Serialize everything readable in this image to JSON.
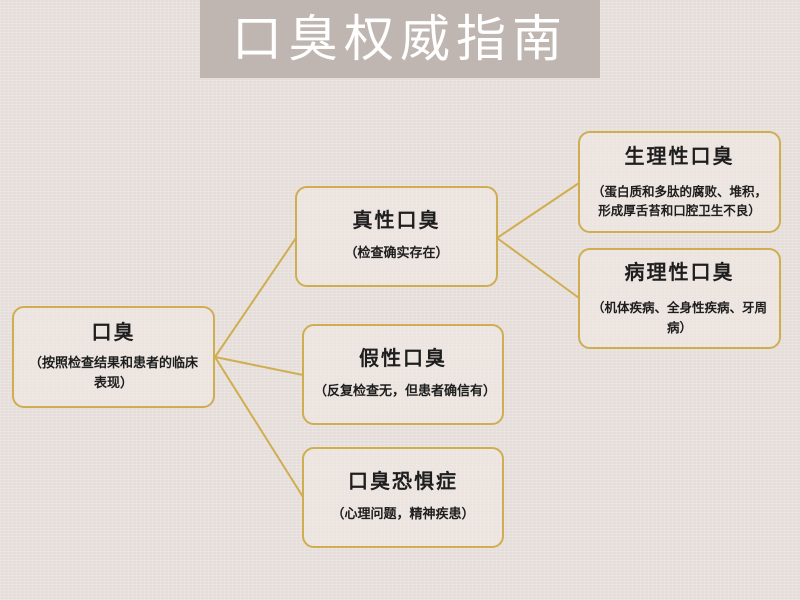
{
  "header": {
    "title": "口臭权威指南"
  },
  "colors": {
    "background": "#ebe3df",
    "title_bar": "#bfb5b1",
    "title_text": "#ffffff",
    "node_border": "#cfae52",
    "connector": "#cfae52",
    "text": "#1e1e1e"
  },
  "diagram": {
    "root": {
      "title": "口臭",
      "desc": "（按照检查结果和患者的临床表现）"
    },
    "branches": [
      {
        "title": "真性口臭",
        "desc": "（检查确实存在）",
        "children": [
          {
            "title": "生理性口臭",
            "desc": "（蛋白质和多肽的腐败、堆积，形成厚舌苔和口腔卫生不良）"
          },
          {
            "title": "病理性口臭",
            "desc": "（机体疾病、全身性疾病、牙周病）"
          }
        ]
      },
      {
        "title": "假性口臭",
        "desc": "（反复检查无，但患者确信有）"
      },
      {
        "title": "口臭恐惧症",
        "desc": "（心理问题，精神疾患）"
      }
    ]
  }
}
